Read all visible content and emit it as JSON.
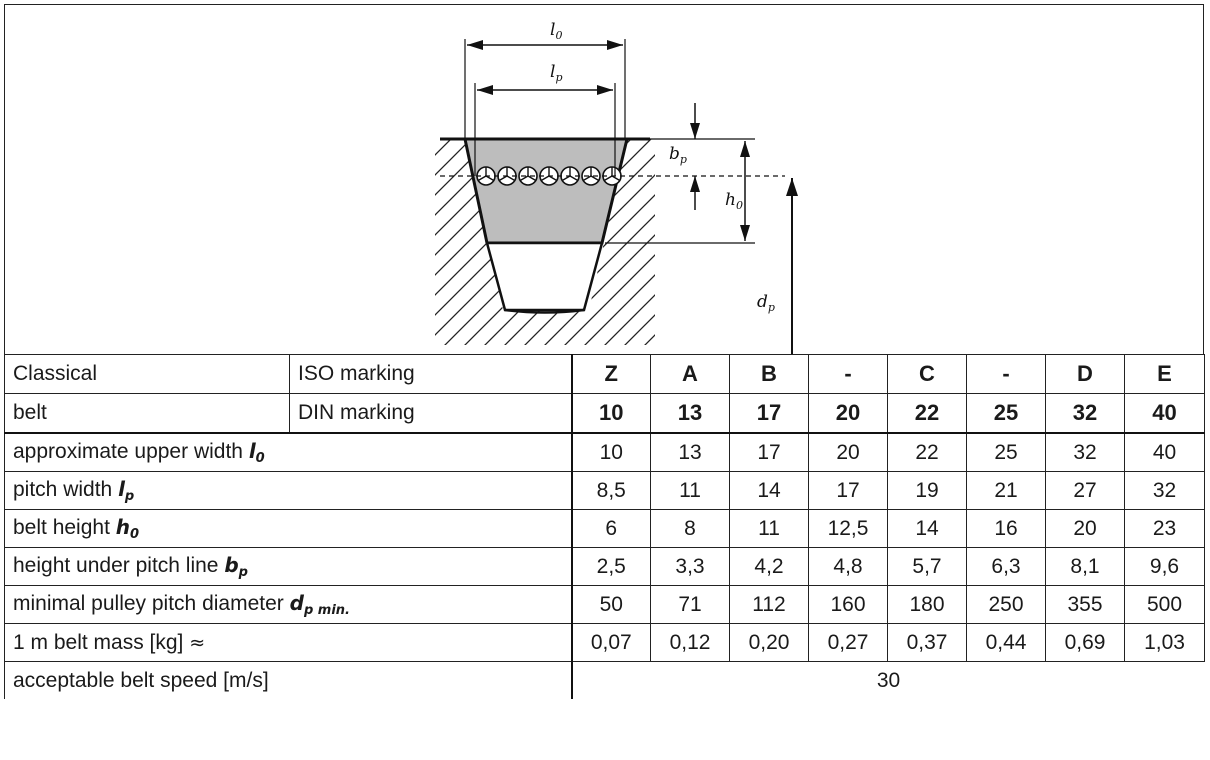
{
  "diagram": {
    "labels": {
      "l0": "l",
      "l0_sub": "0",
      "lp": "l",
      "lp_sub": "p",
      "bp": "b",
      "bp_sub": "p",
      "h0": "h",
      "h0_sub": "0",
      "dp": "d",
      "dp_sub": "p"
    }
  },
  "table": {
    "group_label_line1": "Classical",
    "group_label_line2": "belt",
    "iso_label": "ISO marking",
    "din_label": "DIN marking",
    "iso_markings": [
      "Z",
      "A",
      "B",
      "-",
      "C",
      "-",
      "D",
      "E"
    ],
    "din_markings": [
      "10",
      "13",
      "17",
      "20",
      "22",
      "25",
      "32",
      "40"
    ],
    "rows": [
      {
        "label": "approximate upper width ",
        "sym": "l",
        "sub": "0",
        "values": [
          "10",
          "13",
          "17",
          "20",
          "22",
          "25",
          "32",
          "40"
        ]
      },
      {
        "label": "pitch width ",
        "sym": "l",
        "sub": "p",
        "values": [
          "8,5",
          "11",
          "14",
          "17",
          "19",
          "21",
          "27",
          "32"
        ]
      },
      {
        "label": "belt height ",
        "sym": "h",
        "sub": "0",
        "values": [
          "6",
          "8",
          "11",
          "12,5",
          "14",
          "16",
          "20",
          "23"
        ]
      },
      {
        "label": "height under pitch line ",
        "sym": "b",
        "sub": "p",
        "values": [
          "2,5",
          "3,3",
          "4,2",
          "4,8",
          "5,7",
          "6,3",
          "8,1",
          "9,6"
        ]
      },
      {
        "label": "minimal pulley pitch diameter ",
        "sym": "d",
        "sub": "p min.",
        "values": [
          "50",
          "71",
          "112",
          "160",
          "180",
          "250",
          "355",
          "500"
        ]
      }
    ],
    "mass_row": {
      "label": "1 m belt mass [kg] ",
      "approx": "≈",
      "values": [
        "0,07",
        "0,12",
        "0,20",
        "0,27",
        "0,37",
        "0,44",
        "0,69",
        "1,03"
      ]
    },
    "speed_row": {
      "label": "acceptable belt speed [m/s]",
      "value": "30"
    }
  }
}
